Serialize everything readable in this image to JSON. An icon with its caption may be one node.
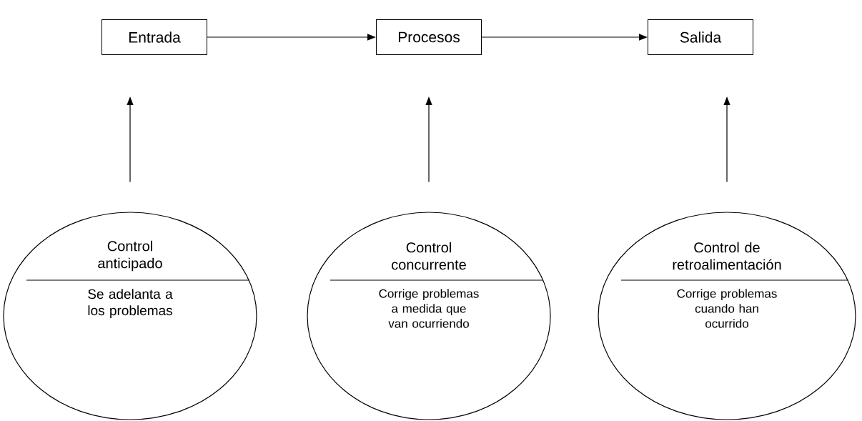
{
  "diagram": {
    "nodes": [
      {
        "text": [
          "Entrada"
        ]
      },
      {
        "text": [
          "Procesos"
        ]
      },
      {
        "text": [
          "Salida"
        ]
      },
      {
        "text": [
          "Control anticipado",
          "Se adelanta a los problemas"
        ]
      },
      {
        "text": [
          "Control concurrente",
          "Corrige problemas a medida que van ocurriendo"
        ]
      },
      {
        "text": [
          "Control de retroalimentación",
          "Corrige problemas cuando han ocurrido"
        ]
      }
    ],
    "edges": [
      {
        "from": 0,
        "to": 1,
        "arrow": "to"
      },
      {
        "from": 1,
        "to": 2,
        "arrow": "to"
      },
      {
        "from": 3,
        "to": 0,
        "arrow": "to"
      },
      {
        "from": 4,
        "to": 1,
        "arrow": "to"
      },
      {
        "from": 5,
        "to": 2,
        "arrow": "to"
      }
    ]
  }
}
